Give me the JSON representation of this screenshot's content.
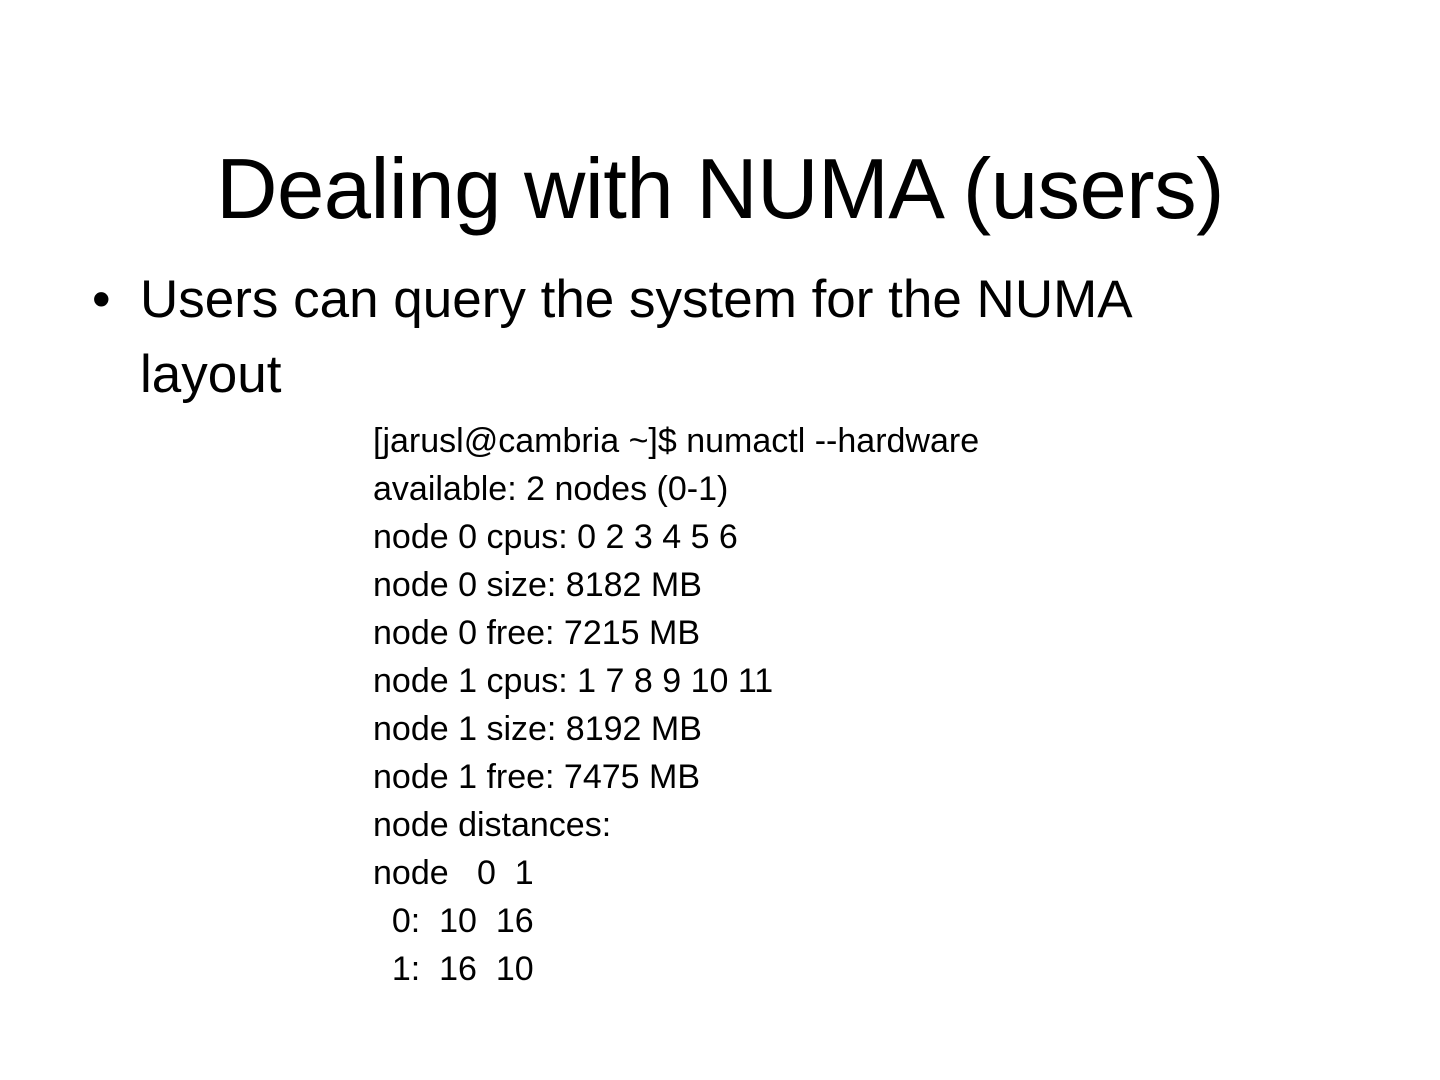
{
  "slide": {
    "title": "Dealing with NUMA (users)",
    "background_color": "#ffffff",
    "text_color": "#000000"
  },
  "body": {
    "bullets": [
      {
        "marker": "•",
        "text": "Users can query the system for the NUMA layout"
      }
    ]
  },
  "terminal": {
    "prompt": "[jarusl@cambria ~]$ numactl --hardware",
    "lines": [
      "[jarusl@cambria ~]$ numactl --hardware",
      "available: 2 nodes (0-1)",
      "node 0 cpus: 0 2 3 4 5 6",
      "node 0 size: 8182 MB",
      "node 0 free: 7215 MB",
      "node 1 cpus: 1 7 8 9 10 11",
      "node 1 size: 8192 MB",
      "node 1 free: 7475 MB",
      "node distances:",
      "node   0  1",
      "  0:  10  16",
      "  1:  16  10"
    ],
    "details": {
      "user": "jarusl",
      "host": "cambria",
      "cwd": "~",
      "command": "numactl --hardware",
      "available_nodes": "2 nodes (0-1)",
      "node0": {
        "cpus": "0 2 3 4 5 6",
        "size": "8182 MB",
        "free": "7215 MB"
      },
      "node1": {
        "cpus": "1 7 8 9 10 11",
        "size": "8192 MB",
        "free": "7475 MB"
      },
      "distances": {
        "header": "node   0  1",
        "row0": "  0:  10  16",
        "row1": "  1:  16  10"
      }
    }
  }
}
